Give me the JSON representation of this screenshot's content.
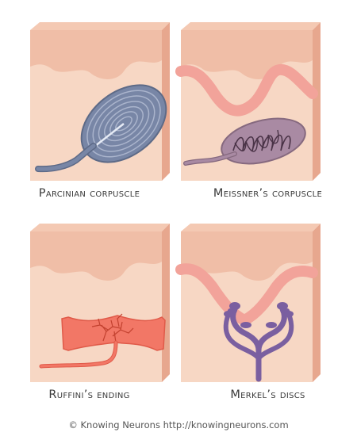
{
  "panels": [
    {
      "id": "pacinian",
      "label": "Parcinian corpuscle"
    },
    {
      "id": "meissner",
      "label": "Meissner’s corpuscle"
    },
    {
      "id": "ruffini",
      "label": "Ruffini’s ending"
    },
    {
      "id": "merkel",
      "label": "Merkel’s discs"
    }
  ],
  "credit": "© Knowing Neurons http://knowingneurons.com",
  "colors": {
    "skin_light": "#f7d7c4",
    "skin_mid": "#f0bea7",
    "skin_top": "#f4c9b3",
    "skin_side": "#e7a78e",
    "pacinian": "#7886a6",
    "meissner": "#a98aa3",
    "ruffini": "#f27766",
    "merkel": "#7a5fa0",
    "vessel": "#f2a39a"
  }
}
